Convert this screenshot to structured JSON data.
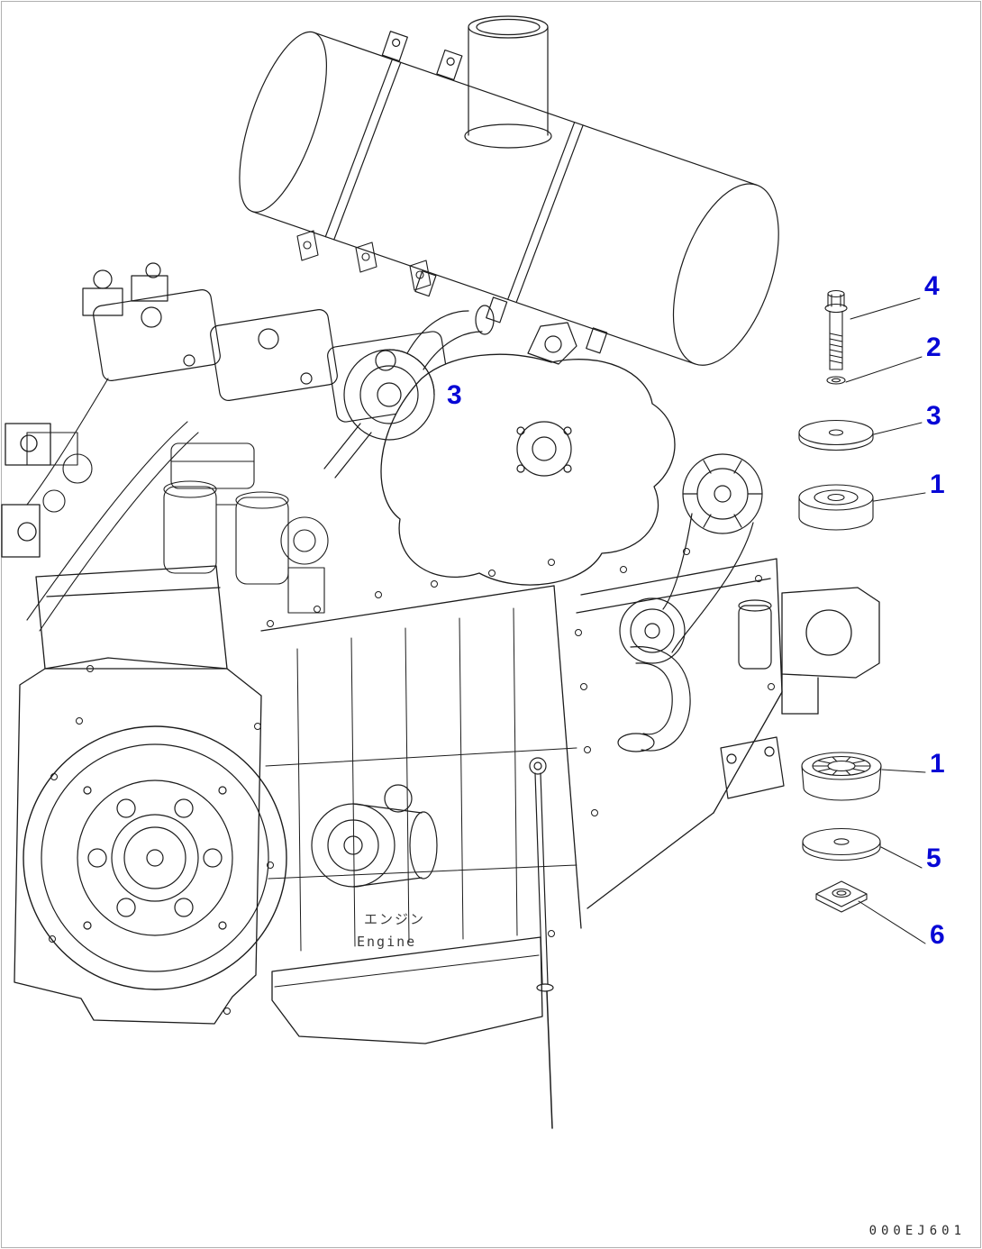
{
  "diagram": {
    "type": "parts-diagram",
    "callout_color": "#0808d6",
    "line_color": "#1c1c1c"
  },
  "callouts": {
    "c4": "4",
    "c2": "2",
    "c3_upper": "3",
    "c1_upper": "1",
    "c1_lower": "1",
    "c5": "5",
    "c6": "6",
    "c3_engine": "3"
  },
  "labels": {
    "engine_jp": "エンジン",
    "engine_en": "Engine"
  },
  "footer": {
    "code": "000EJ601"
  }
}
